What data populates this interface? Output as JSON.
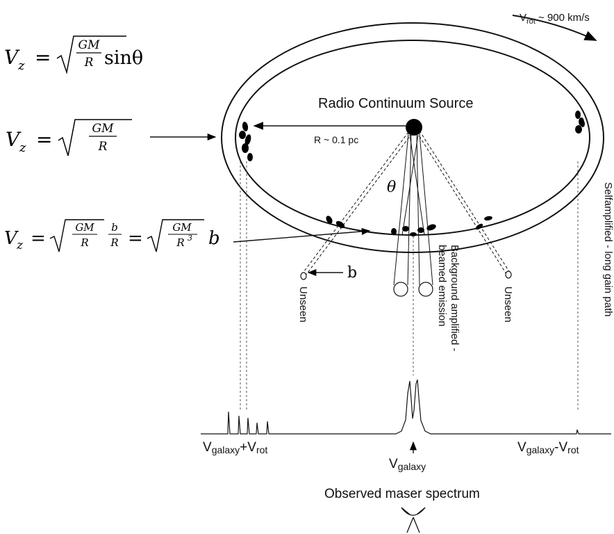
{
  "rotation": {
    "prefix": "V",
    "sub": "rot",
    "suffix": " ~ 900 km/s"
  },
  "source_label": "Radio Continuum Source",
  "radius_label": "R ~ 0.1 pc",
  "theta": "θ",
  "b_label": "b",
  "unseen_left": "Unseen",
  "unseen_right": "Unseen",
  "background_line1": "Background amplified -",
  "background_line2": "beamed emission",
  "selfamplified": "Selfamplified - long gain path",
  "spectrum_left": {
    "v": "V",
    "sub1": "galaxy",
    "plus": "+V",
    "sub2": "rot"
  },
  "spectrum_center": {
    "v": "V",
    "sub": "galaxy"
  },
  "spectrum_right": {
    "v": "V",
    "sub1": "galaxy",
    "minus": "-V",
    "sub2": "rot"
  },
  "spectrum_title": "Observed maser spectrum",
  "eq1": {
    "lhs": "V",
    "lhs_sub": "z",
    "eq": "=",
    "num": "GM",
    "den": "R",
    "tail": "sinθ"
  },
  "eq2": {
    "lhs": "V",
    "lhs_sub": "z",
    "eq": "=",
    "num": "GM",
    "den": "R"
  },
  "eq3": {
    "lhs": "V",
    "lhs_sub": "z",
    "eq": "=",
    "num1": "GM",
    "den1": "R",
    "num2": "b",
    "den2": "R",
    "eq2": "=",
    "num3": "GM",
    "den3": "R",
    "den3_sup": "3",
    "tail": "b"
  }
}
